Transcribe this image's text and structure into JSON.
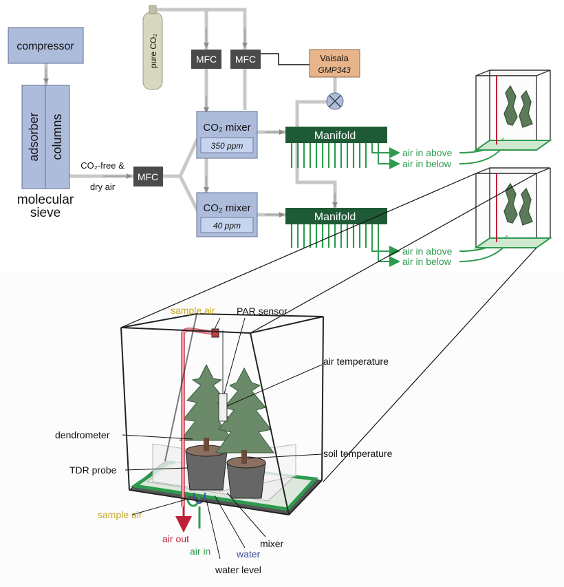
{
  "colors": {
    "box_fill": "#aebcdc",
    "box_stroke": "#5d6b8f",
    "mfc_fill": "#4a4a4a",
    "vaisala_fill": "#e8b58a",
    "manifold_fill": "#1f5a36",
    "green_line": "#2e9a4e",
    "pipe": "#c8c8c8",
    "red_line": "#c0203a",
    "yellow_label": "#c4a820",
    "water_label": "#3a4a9a",
    "cylinder": "#d8d8c0"
  },
  "labels": {
    "compressor": "compressor",
    "adsorber": "adsorber",
    "columns": "columns",
    "molecular_sieve_1": "molecular",
    "molecular_sieve_2": "sieve",
    "co2_free_1": "CO₂-free &",
    "co2_free_2": "dry air",
    "mfc_main": "MFC",
    "mfc_1": "MFC",
    "mfc_2": "MFC",
    "pure_co2": "pure CO₂",
    "vaisala_1": "Vaisala",
    "vaisala_2": "GMP343",
    "mixer_top_title": "CO₂ mixer",
    "mixer_top_ppm": "350 ppm",
    "mixer_bottom_title": "CO₂ mixer",
    "mixer_bottom_ppm": "40 ppm",
    "manifold_top": "Manifold",
    "manifold_bottom": "Manifold",
    "air_in_above_1": "air in above",
    "air_in_below_1": "air in below",
    "air_in_above_2": "air in above",
    "air_in_below_2": "air in below"
  },
  "chamber_labels": {
    "sample_air_top": "sample air",
    "par_sensor": "PAR sensor",
    "air_temperature": "air temperature",
    "dendrometer": "dendrometer",
    "soil_temperature": "soil temperature",
    "tdr_probe": "TDR probe",
    "sample_air_bottom": "sample air",
    "air_out": "air out",
    "air_in": "air in",
    "water": "water",
    "mixer": "mixer",
    "water_level": "water level"
  }
}
